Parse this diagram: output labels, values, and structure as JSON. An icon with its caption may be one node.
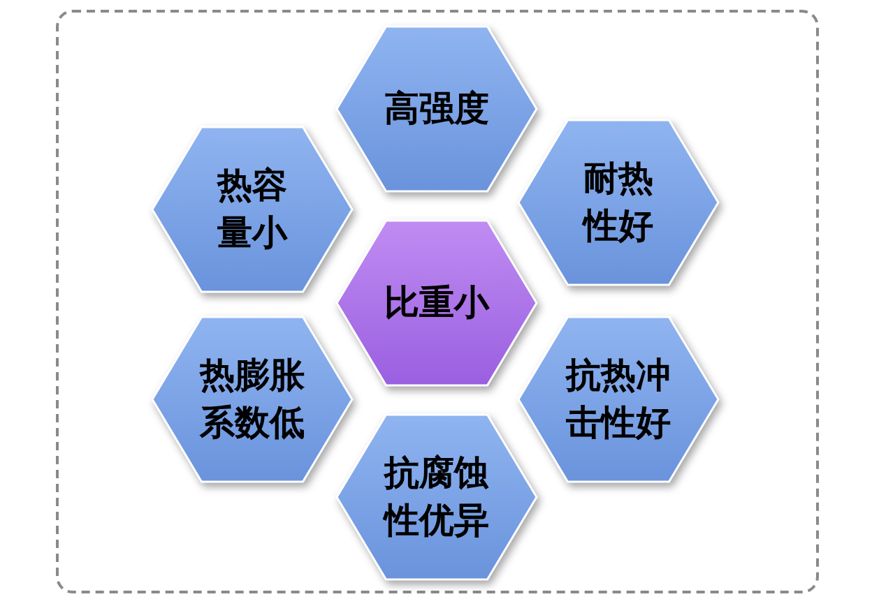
{
  "diagram": {
    "nodes": [
      {
        "text": [
          "高强度"
        ]
      },
      {
        "text": [
          "热容量小"
        ]
      },
      {
        "text": [
          "耐热性好"
        ]
      },
      {
        "text": [
          "比重小"
        ]
      },
      {
        "text": [
          "热膨胀系数低"
        ]
      },
      {
        "text": [
          "抗热冲击性好"
        ]
      },
      {
        "text": [
          "抗腐蚀性优异"
        ]
      }
    ]
  }
}
